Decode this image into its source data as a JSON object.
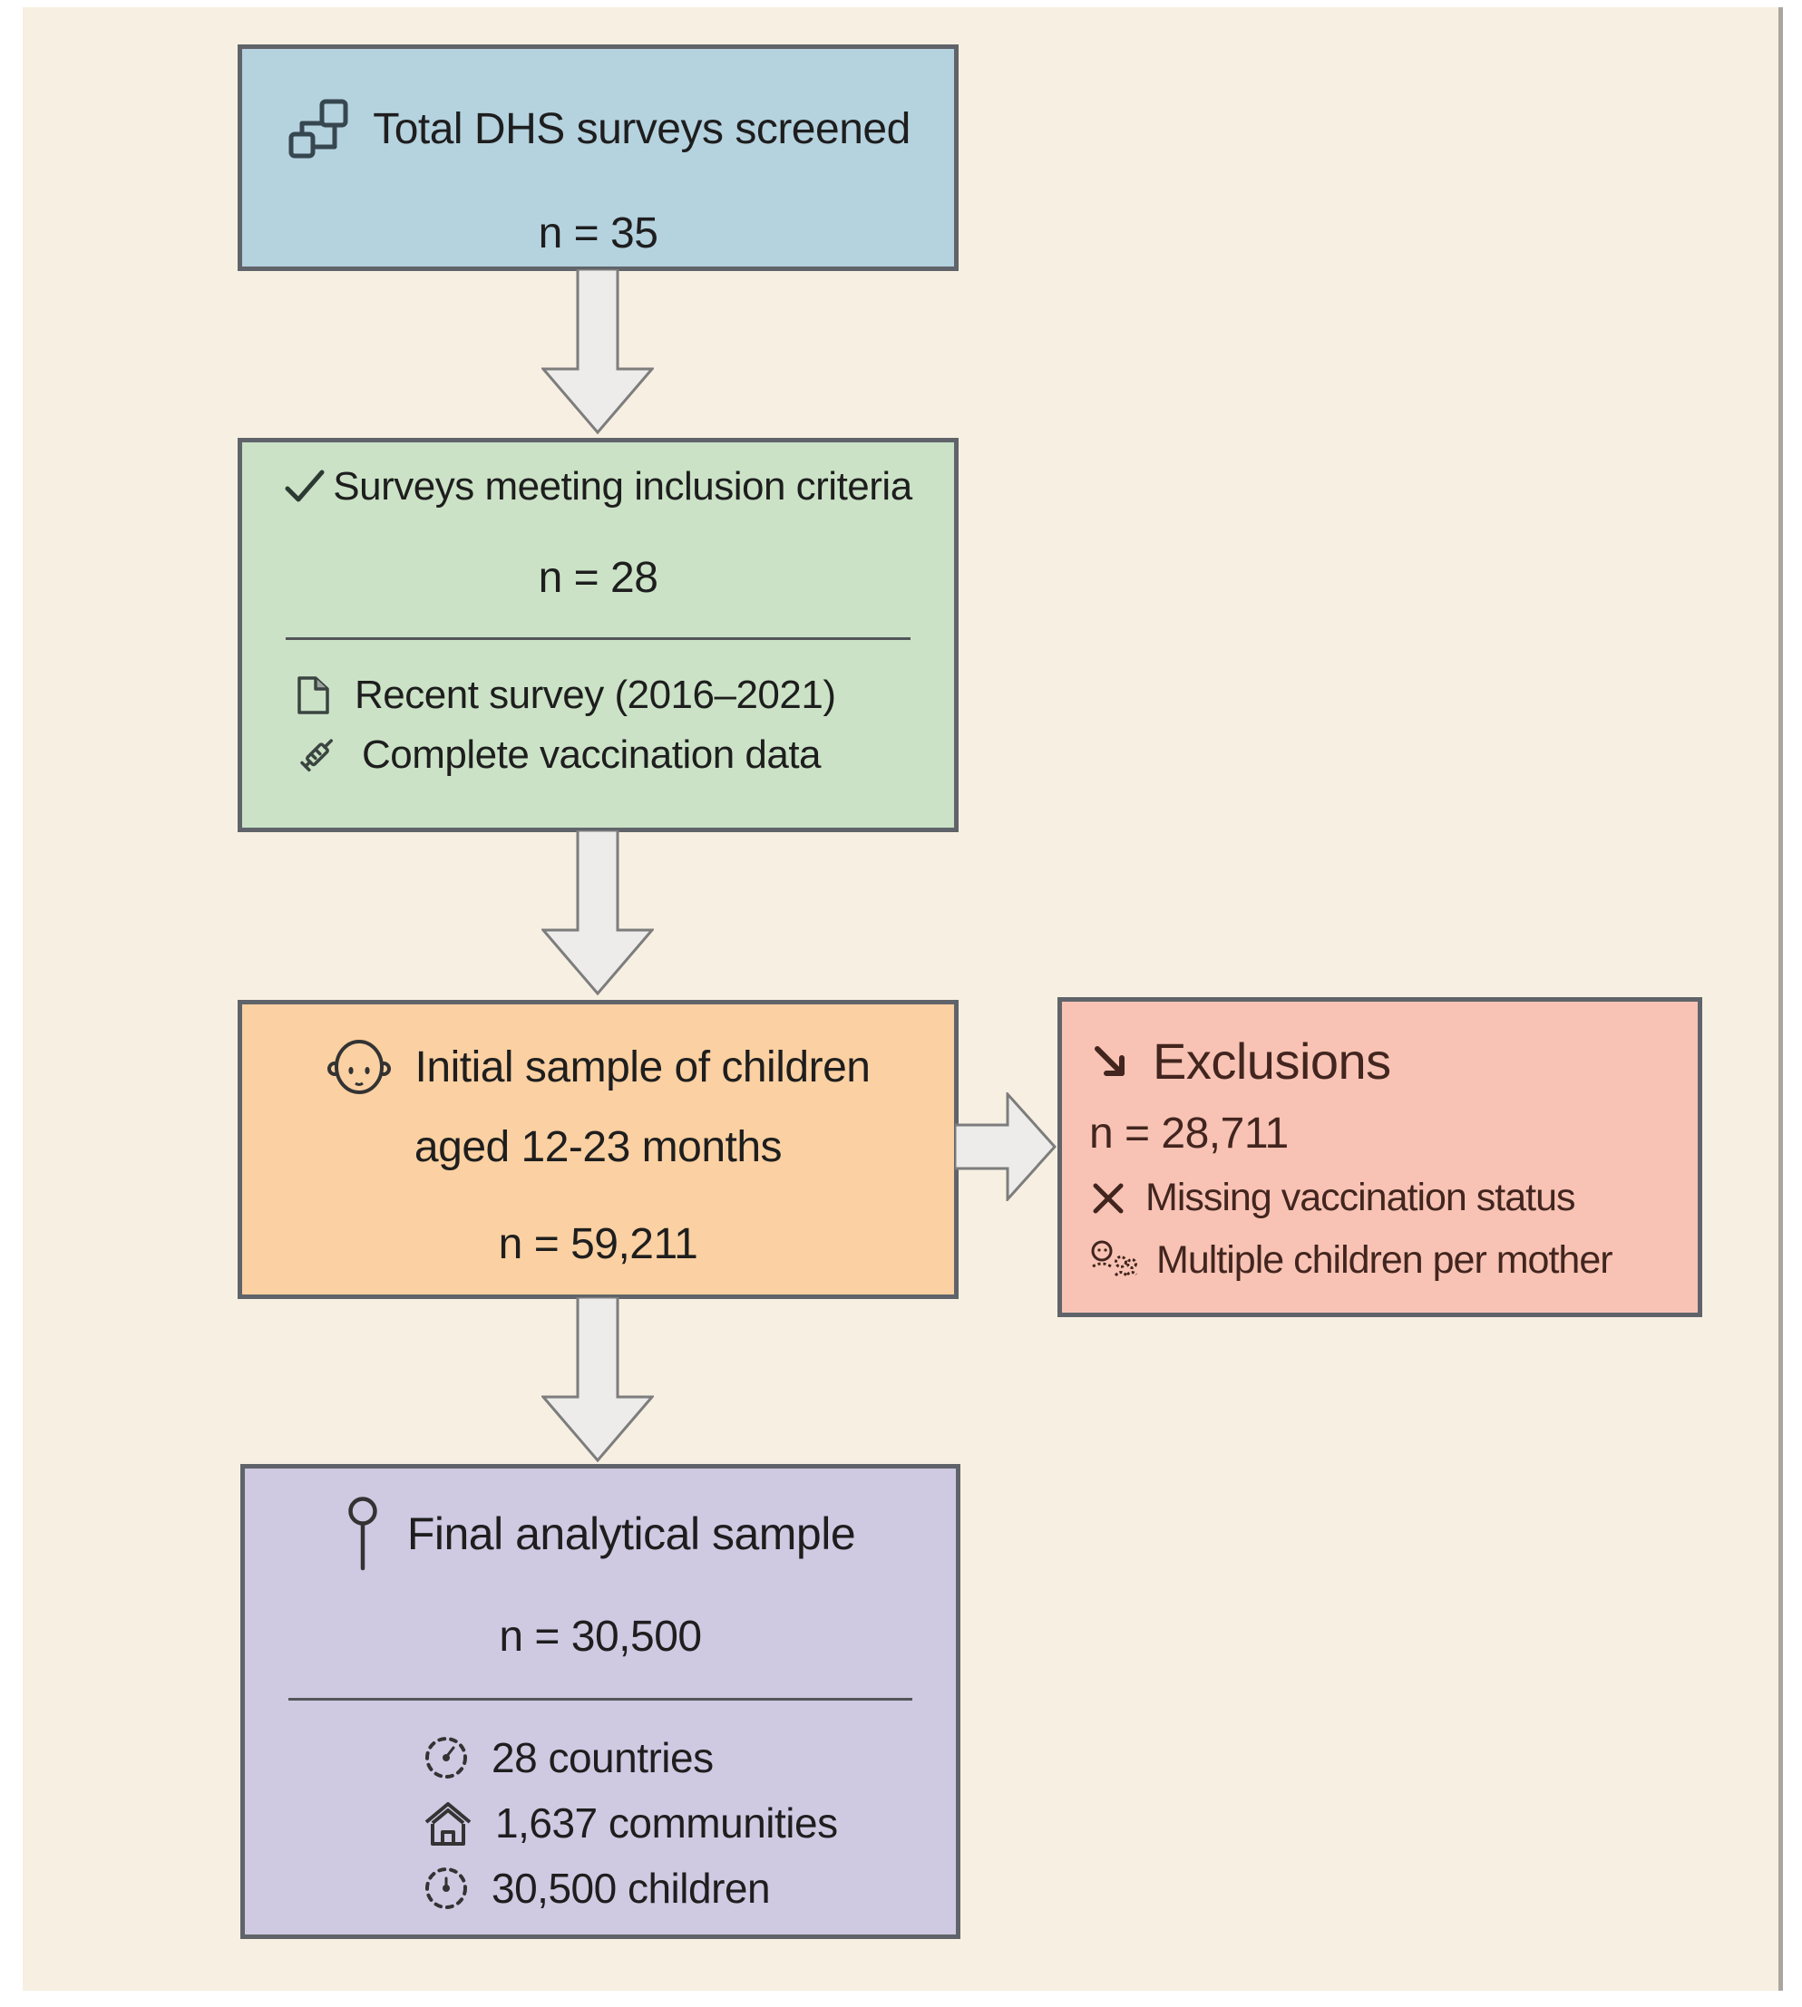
{
  "colors": {
    "background": "#f7f0e2",
    "frame": "#ffffff",
    "box_border": "#60646a",
    "screened_box": "#b5d2df",
    "inclusion_box": "#cbe2c6",
    "initial_box": "#fbd0a2",
    "exclusions_box": "#f8c3b4",
    "final_box": "#cfc9e2",
    "arrow_fill": "#edeceb",
    "arrow_stroke": "#7d7d7d",
    "text": "#1e1e1e",
    "exclusions_text": "#42251f"
  },
  "boxes": {
    "screened": {
      "icon": "flowchart-icon",
      "title": "Total DHS surveys screened",
      "n_label": "n = 35"
    },
    "inclusion": {
      "icon": "check-icon",
      "title": "Surveys meeting inclusion criteria",
      "n_label": "n = 28",
      "details": [
        {
          "icon": "document-icon",
          "label": "Recent survey (2016–2021)"
        },
        {
          "icon": "syringe-icon",
          "label": "Complete vaccination data"
        }
      ]
    },
    "initial": {
      "icon": "baby-icon",
      "title_line1": "Initial sample of children",
      "title_line2": "aged 12-23 months",
      "n_label": "n = 59,211"
    },
    "exclusions": {
      "icon": "arrow-down-right-icon",
      "title": "Exclusions",
      "n_label": "n = 28,711",
      "details": [
        {
          "icon": "x-icon",
          "label": "Missing vaccination status"
        },
        {
          "icon": "mother-children-icon",
          "label": "Multiple children per mother"
        }
      ]
    },
    "final": {
      "icon": "pin-icon",
      "title": "Final analytical sample",
      "n_label": "n = 30,500",
      "details": [
        {
          "icon": "dashed-clock-icon",
          "label": "28 countries"
        },
        {
          "icon": "house-icon",
          "label": "1,637 communities"
        },
        {
          "icon": "dashed-clock-icon",
          "label": "30,500 children"
        }
      ]
    }
  }
}
